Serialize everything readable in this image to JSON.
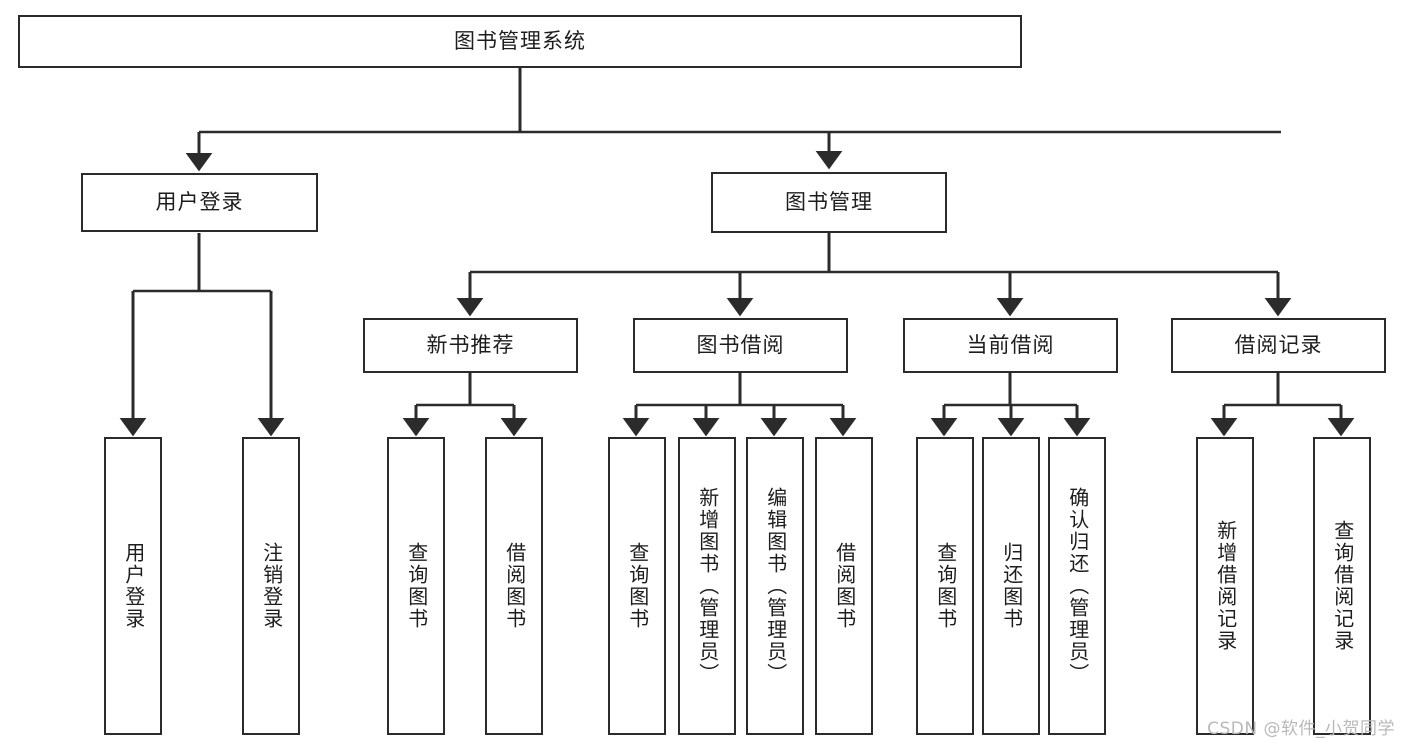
{
  "diagram": {
    "title": "图书管理系统",
    "watermark": "CSDN @软件_小贺同学",
    "stroke_color": "#2b2b2b",
    "text_color": "#1d1d1d",
    "background_color": "#ffffff",
    "watermark_color": "#b9b9b9",
    "type": "tree-hierarchy-diagram"
  },
  "nodes": {
    "root": {
      "label": "图书管理系统"
    },
    "level2": [
      {
        "id": "user-login",
        "label": "用户登录"
      },
      {
        "id": "book-manage",
        "label": "图书管理"
      }
    ],
    "level3": [
      {
        "id": "new-book-recommend",
        "label": "新书推荐"
      },
      {
        "id": "book-borrow",
        "label": "图书借阅"
      },
      {
        "id": "current-borrow",
        "label": "当前借阅"
      },
      {
        "id": "borrow-record",
        "label": "借阅记录"
      }
    ],
    "leaves": {
      "user_login": [
        {
          "id": "leaf-user-login",
          "label": "用户登录"
        },
        {
          "id": "leaf-logout-login",
          "label": "注销登录"
        }
      ],
      "new_book_recommend": [
        {
          "id": "leaf-query-book-1",
          "label": "查询图书"
        },
        {
          "id": "leaf-borrow-book-1",
          "label": "借阅图书"
        }
      ],
      "book_borrow": [
        {
          "id": "leaf-query-book-2",
          "label": "查询图书"
        },
        {
          "id": "leaf-add-book",
          "label": "新增图书（管理员）"
        },
        {
          "id": "leaf-edit-book",
          "label": "编辑图书（管理员）"
        },
        {
          "id": "leaf-borrow-book-2",
          "label": "借阅图书"
        }
      ],
      "current_borrow": [
        {
          "id": "leaf-query-book-3",
          "label": "查询图书"
        },
        {
          "id": "leaf-return-book",
          "label": "归还图书"
        },
        {
          "id": "leaf-confirm-return",
          "label": "确认归还（管理员）"
        }
      ],
      "borrow_record": [
        {
          "id": "leaf-add-record",
          "label": "新增借阅记录"
        },
        {
          "id": "leaf-query-record",
          "label": "查询借阅记录"
        }
      ]
    }
  }
}
